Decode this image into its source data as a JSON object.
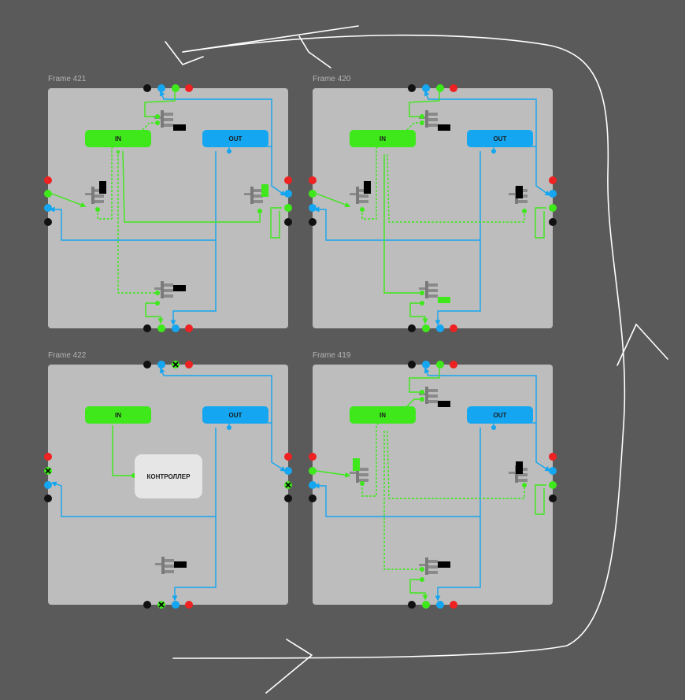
{
  "frames": {
    "f421": {
      "title": "Frame 421",
      "in_label": "IN",
      "out_label": "OUT"
    },
    "f420": {
      "title": "Frame 420",
      "in_label": "IN",
      "out_label": "OUT"
    },
    "f422": {
      "title": "Frame 422",
      "in_label": "IN",
      "out_label": "OUT",
      "controller_label": "КОНТРОЛЛЕР"
    },
    "f419": {
      "title": "Frame 419",
      "in_label": "IN",
      "out_label": "OUT"
    }
  },
  "colors": {
    "canvas": "#5a5a5a",
    "frame": "#bdbdbd",
    "green": "#3ee81b",
    "blue": "#14a6f0",
    "red": "#ee2222",
    "black": "#111111",
    "arrow": "#ffffff"
  },
  "icons": [
    "turnstile-icon",
    "port-dot-icon",
    "blocked-port-icon",
    "cycle-arrow-icon"
  ]
}
